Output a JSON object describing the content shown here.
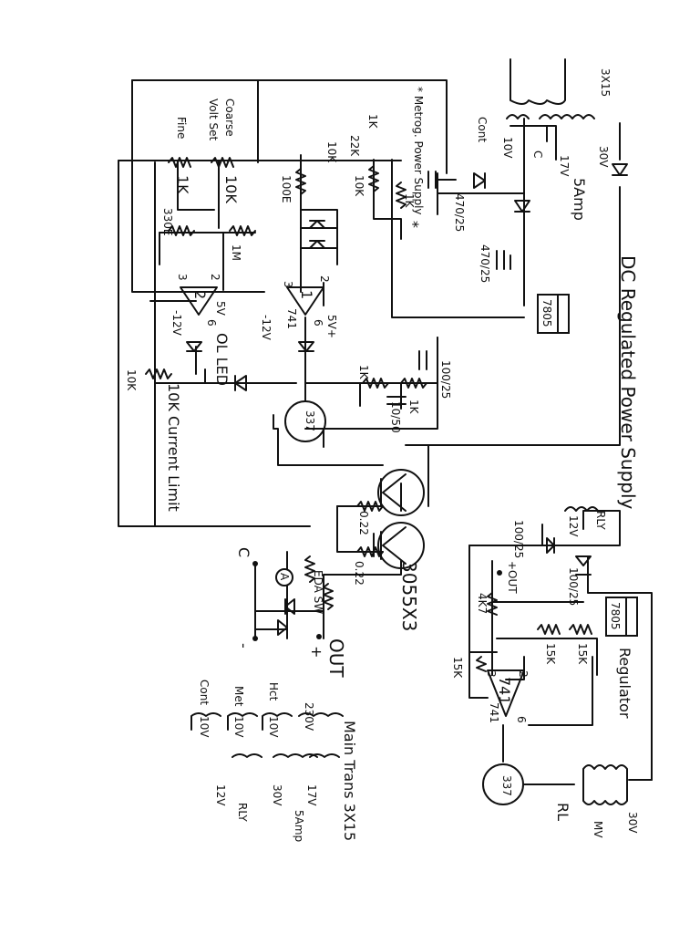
{
  "title": "DC Regulated Power Supply",
  "title_color": "#d10000",
  "meter_supply_note": "* Metrog. Power Supply",
  "note_color": "#1a1ad6",
  "ink_color": "#111111",
  "labels": {
    "coarse": "Coarse",
    "volt_set": "Volt Set",
    "fine": "Fine",
    "coarse_pot": "10K",
    "fine_pot": "1K",
    "r330": "330E",
    "r1m": "1M",
    "r100e": "100E",
    "r10k_a": "10K",
    "r1k_star": "1K",
    "star": "*",
    "cap470_a": "470/25",
    "cap470_b": "470/25",
    "reg_7805_a": "7805",
    "ic2": "2",
    "ic1": "1",
    "op741": "741",
    "pin3_a": "3",
    "pin2_a": "2",
    "pin6_a": "6",
    "pin3_b": "3",
    "pin2_b": "2",
    "pin6_b": "6",
    "v5_a": "5V",
    "v12_a": "-12V",
    "v12_b": "-12V",
    "v5_b": "5V+",
    "ol_led": "OL LED",
    "r10k_lim": "10K",
    "current_limit": "10K Current Limit",
    "r1k_b": "1K",
    "r1k_c": "1K",
    "cap10_50": "10/50",
    "cap100_25a": "100/25",
    "t337_a": "337",
    "r022_a": "0.22",
    "r022_b": "0.22",
    "t3055": "3055X3",
    "meter": "A",
    "eda_sw": "EDA SW",
    "c_term": "C",
    "minus": "-",
    "out": "OUT",
    "plus": "+",
    "trans_3x15": "3X15",
    "cont": "Cont",
    "v10": "10V",
    "c_tap": "C",
    "v17": "17V",
    "v30": "30V",
    "samp": "5Amp",
    "mini_1k": "1K",
    "mini_22k": "22K",
    "mini_10k": "10K",
    "rly": "RLY",
    "v12_rly": "12V",
    "cap100_25b": "100/25",
    "cap100_25c": "100/25",
    "plus_out": "+OUT",
    "r4k7": "4K7",
    "reg_7805_b": "7805",
    "r15k_a": "15K",
    "r15k_b": "15K",
    "r15k_c": "15K",
    "ic741": "741",
    "op741_b": "741",
    "pin2_c": "2",
    "pin3_c": "3",
    "pin6_c": "6",
    "regulator": "Regulator",
    "t337_b": "337",
    "rl": "RL",
    "v30_rl": "30V",
    "rl_mv": "MV",
    "mini_10k_b": "10K",
    "trans_title": "Main Trans 3X15",
    "cont_b": "Cont",
    "met": "Met",
    "hct": "Hct",
    "v10_1": "10V",
    "v10_2": "10V",
    "v10_3": "10V",
    "v230": "230V",
    "v30_b": "30V",
    "v17_b": "17V",
    "samp_b": "5Amp",
    "v12_c": "12V",
    "rly_b": "RLY"
  }
}
